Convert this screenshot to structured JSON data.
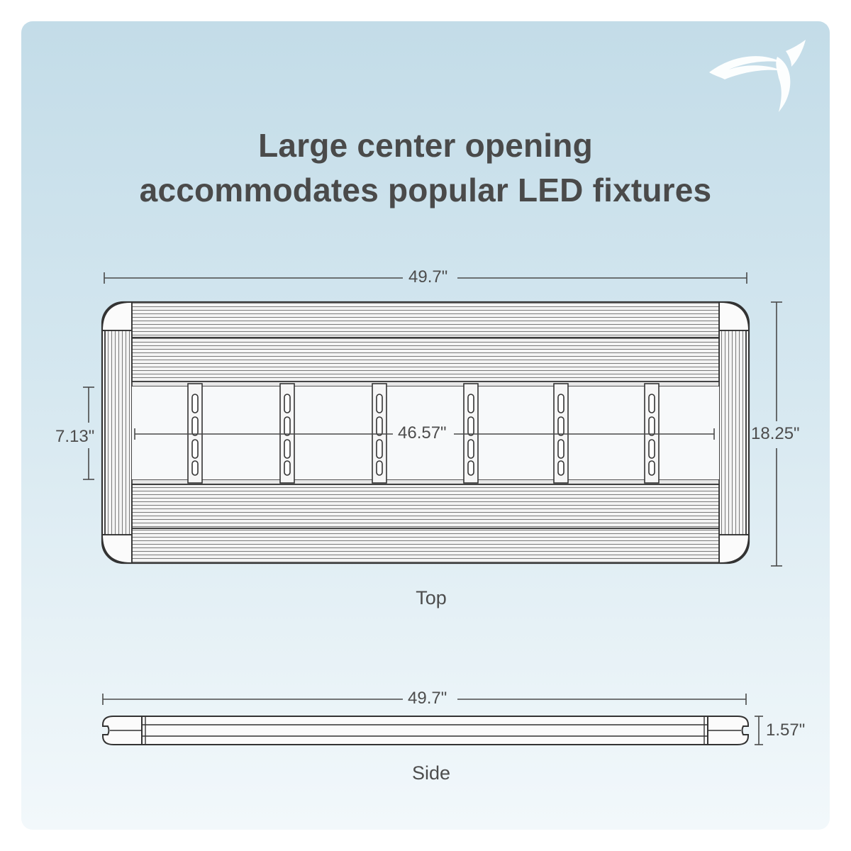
{
  "header": {
    "title_line1": "Large center opening",
    "title_line2": "accommodates popular LED fixtures"
  },
  "dimensions": {
    "top_length": "49.7\"",
    "opening_length": "46.57\"",
    "opening_width": "7.13\"",
    "overall_width": "18.25\"",
    "side_length": "49.7\"",
    "height": "1.57\""
  },
  "views": {
    "top": "Top",
    "side": "Side"
  },
  "brand": {
    "logo_icon": "bird-wing-logo-icon"
  },
  "colors": {
    "background_top": "#c3dce8",
    "background_bottom": "#f2f8fb",
    "line": "#3a3a3a",
    "text": "#4a4a4a"
  }
}
